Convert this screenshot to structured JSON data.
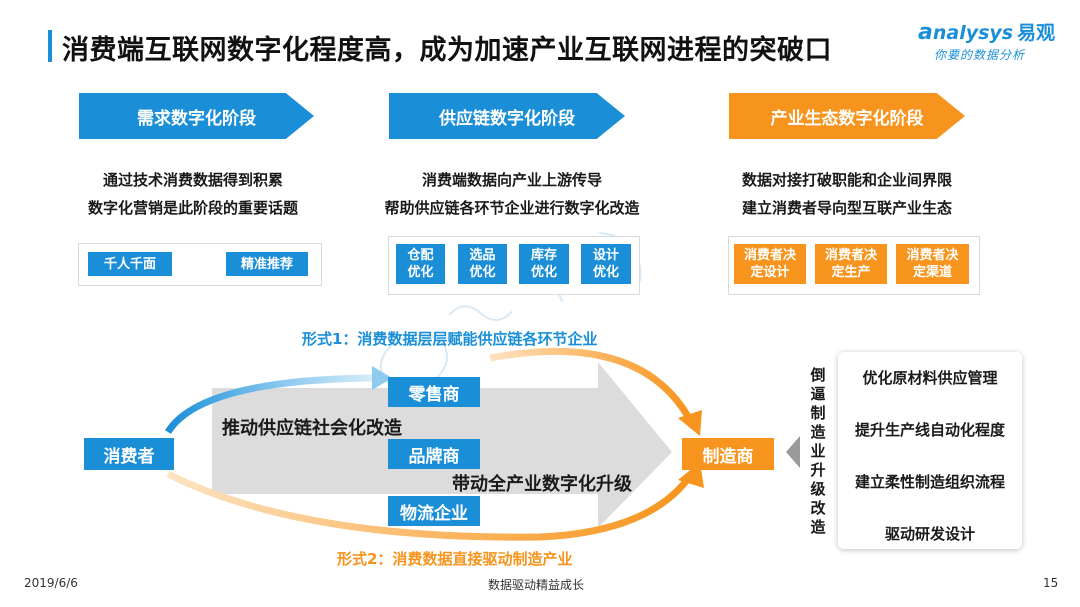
{
  "header": {
    "title": "消费端互联网数字化程度高，成为加速产业互联网进程的突破口",
    "logo_brand": "nalysys",
    "logo_cn": "易观",
    "logo_slogan": "你要的数据分析"
  },
  "stages": [
    {
      "label": "需求数字化阶段",
      "desc": [
        "通过技术消费数据得到积累",
        "数字化营销是此阶段的重要话题"
      ],
      "tags": [
        "千人千面",
        "精准推荐"
      ]
    },
    {
      "label": "供应链数字化阶段",
      "desc": [
        "消费端数据向产业上游传导",
        "帮助供应链各环节企业进行数字化改造"
      ],
      "tags": [
        "仓配\n优化",
        "选品\n优化",
        "库存\n优化",
        "设计\n优化"
      ]
    },
    {
      "label": "产业生态数字化阶段",
      "desc": [
        "数据对接打破职能和企业间界限",
        "建立消费者导向型互联产业生态"
      ],
      "tags": [
        "消费者决\n定设计",
        "消费者决\n定生产",
        "消费者决\n定渠道"
      ]
    }
  ],
  "flow": {
    "form1": "形式1：消费数据层层赋能供应链各环节企业",
    "form2": "形式2：消费数据直接驱动制造产业",
    "consumer": "消费者",
    "retailer": "零售商",
    "brand": "品牌商",
    "logistics": "物流企业",
    "manufacturer": "制造商",
    "push_text": "推动供应链社会化改造",
    "drive_text": "带动全产业数字化升级",
    "reverse_label": "倒逼制造业升级改造",
    "upgrades": [
      "优化原材料供应管理",
      "提升生产线自动化程度",
      "建立柔性制造组织流程",
      "驱动研发设计"
    ]
  },
  "footer": {
    "date": "2019/6/6",
    "center": "数据驱动精益成长",
    "page": "15"
  },
  "colors": {
    "blue": "#1a8fd8",
    "orange": "#f7941d",
    "gray_arrow": "#dcdcdc"
  }
}
